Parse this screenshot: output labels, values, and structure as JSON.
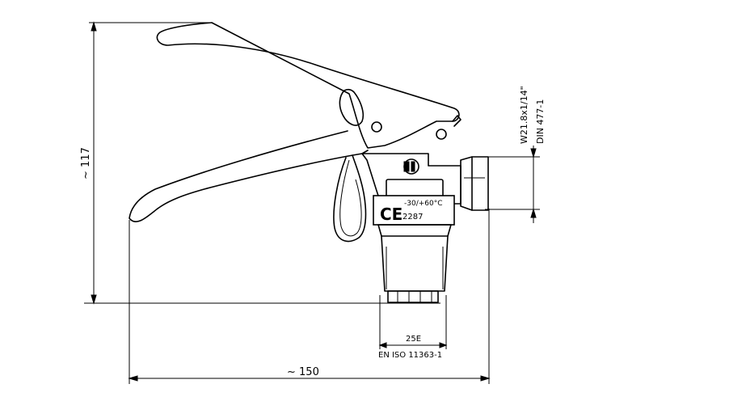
{
  "dimensions": {
    "height": "~ 117",
    "width": "~ 150",
    "outlet_width": "25E",
    "outlet_standard": "EN ISO 11363-1",
    "thread_spec": "W21.8x1/14\"",
    "thread_standard": "DIN 477-1"
  },
  "label_plate": {
    "ce_mark": "CE",
    "temperature": "-30/+60°C",
    "notified_body": "2287"
  }
}
